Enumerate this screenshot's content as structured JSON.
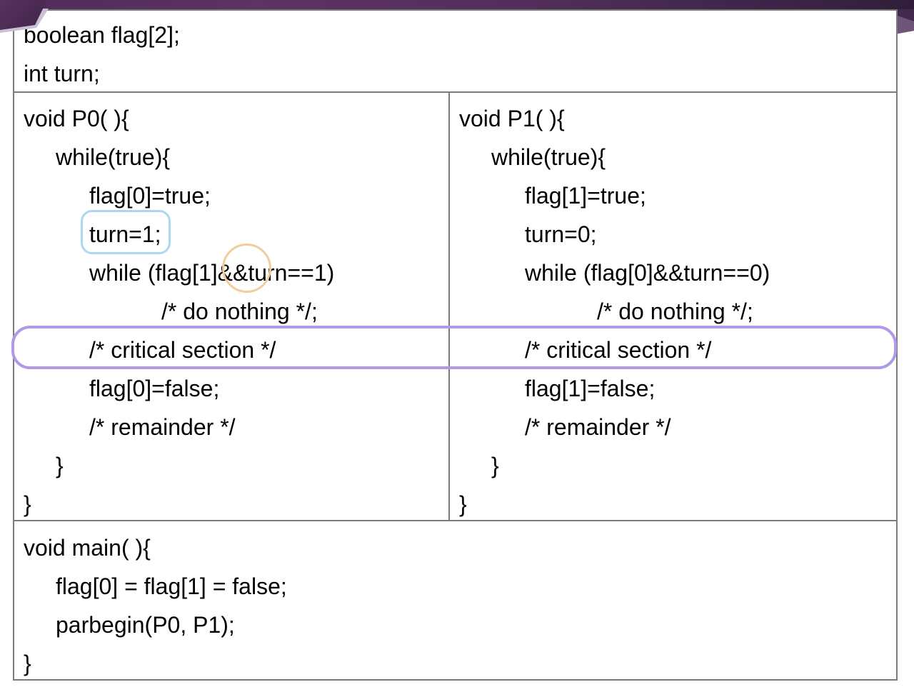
{
  "slide": {
    "banner": {
      "band_gradient_left": "#5d3265",
      "band_gradient_right": "#2f1e39",
      "left_wedge_color": "#4a2a52",
      "left_wedge_edge_color": "#c9c0d2",
      "right_wedge_light_color": "#6d5679",
      "right_wedge_dark_color": "#43294c"
    },
    "table_border_color": "#7b7b7b"
  },
  "code": {
    "globals": {
      "lines": [
        "boolean flag[2];",
        "int turn;"
      ]
    },
    "p0": {
      "lines": [
        "void P0( ){",
        "while(true){",
        "flag[0]=true;",
        "turn=1;",
        "while (flag[1]&&turn==1)",
        "/* do nothing */;",
        "/* critical section */",
        "flag[0]=false;",
        "/* remainder */",
        "}",
        "}"
      ]
    },
    "p1": {
      "lines": [
        "void P1( ){",
        "while(true){",
        "flag[1]=true;",
        "turn=0;",
        "while (flag[0]&&turn==0)",
        "/* do nothing */;",
        "/* critical section */",
        "flag[1]=false;",
        "/* remainder */",
        "}",
        "}"
      ]
    },
    "main": {
      "lines": [
        "void main( ){",
        "flag[0] = flag[1] = false;",
        "parbegin(P0, P1);",
        "}"
      ]
    }
  },
  "annotations": {
    "turn_highlight": {
      "target_text": "turn=1;",
      "color": "#a9d9f0",
      "shape": "rounded-rect"
    },
    "condition_circle": {
      "target_text": "&&turn",
      "color": "#f2cd9c",
      "shape": "circle"
    },
    "critical_section_highlight": {
      "target_text": "/* critical section */",
      "color": "#b09ae7",
      "shape": "rounded-rect"
    }
  }
}
